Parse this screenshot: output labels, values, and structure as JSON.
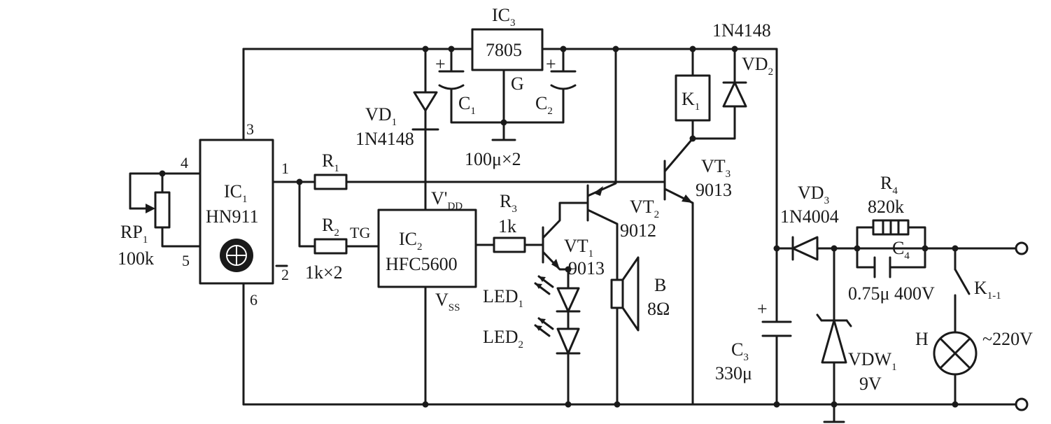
{
  "ic1": {
    "name": "IC",
    "sub": "1",
    "part": "HN911",
    "pins": {
      "p1": "1",
      "p2": "2",
      "p3": "3",
      "p4": "4",
      "p5": "5",
      "p6": "6"
    }
  },
  "ic2": {
    "name": "IC",
    "sub": "2",
    "part": "HFC5600",
    "vdd": "V'",
    "vdd_sub": "DD",
    "vss": "V",
    "vss_sub": "SS",
    "tg": "TG"
  },
  "ic3": {
    "name": "IC",
    "sub": "3",
    "part": "7805",
    "gnd": "G"
  },
  "rp1": {
    "name": "RP",
    "sub": "1",
    "value": "100k"
  },
  "r1": {
    "name": "R",
    "sub": "1"
  },
  "r2": {
    "name": "R",
    "sub": "2",
    "value": "1k×2"
  },
  "r3": {
    "name": "R",
    "sub": "3",
    "value": "1k"
  },
  "r4": {
    "name": "R",
    "sub": "4",
    "value": "820k"
  },
  "c1": {
    "name": "C",
    "sub": "1"
  },
  "c2": {
    "name": "C",
    "sub": "2"
  },
  "c12": {
    "value": "100μ×2"
  },
  "c3": {
    "name": "C",
    "sub": "3",
    "value": "330μ"
  },
  "c4": {
    "name": "C",
    "sub": "4",
    "value": "0.75μ 400V"
  },
  "vd1": {
    "name": "VD",
    "sub": "1",
    "part": "1N4148"
  },
  "vd2": {
    "name": "VD",
    "sub": "2",
    "part": "1N4148"
  },
  "vd3": {
    "name": "VD",
    "sub": "3",
    "part": "1N4004"
  },
  "vdw1": {
    "name": "VDW",
    "sub": "1",
    "value": "9V"
  },
  "vt1": {
    "name": "VT",
    "sub": "1",
    "part": "9013"
  },
  "vt2": {
    "name": "VT",
    "sub": "2",
    "part": "9012"
  },
  "vt3": {
    "name": "VT",
    "sub": "3",
    "part": "9013"
  },
  "k1": {
    "name": "K",
    "sub": "1"
  },
  "k11": {
    "name": "K",
    "sub": "1-1"
  },
  "led1": {
    "name": "LED",
    "sub": "1"
  },
  "led2": {
    "name": "LED",
    "sub": "2"
  },
  "speaker": {
    "name": "B",
    "value": "8Ω"
  },
  "lamp": {
    "name": "H"
  },
  "mains": {
    "label": "~220V"
  },
  "plus": "+"
}
